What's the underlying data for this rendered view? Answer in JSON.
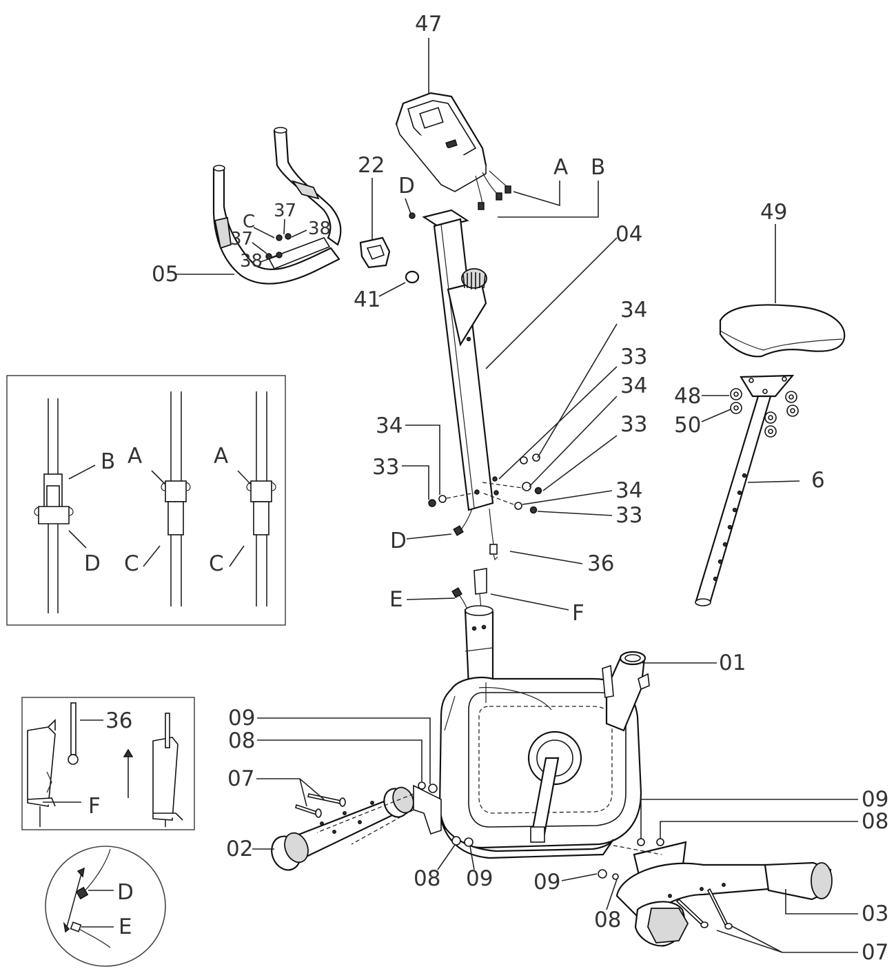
{
  "labels": {
    "l47": "47",
    "l22": "22",
    "lD_top": "D",
    "lA_top": "A",
    "lB_top": "B",
    "l49": "49",
    "l04": "04",
    "l37a": "37",
    "l38a": "38",
    "lC_top": "C",
    "l37b": "37",
    "l38b": "38",
    "l05": "05",
    "l41": "41",
    "l34a": "34",
    "l33a": "33",
    "l34b": "34",
    "l33b": "33",
    "l34c": "34",
    "l33c": "33",
    "l34d": "34",
    "l33d": "33",
    "l48": "48",
    "l50": "50",
    "l6": "6",
    "lD_mid": "D",
    "l36": "36",
    "lE_mid": "E",
    "lF_mid": "F",
    "l01": "01",
    "l09a": "09",
    "l08a": "08",
    "l07a": "07",
    "l02": "02",
    "l08b": "08",
    "l09b": "09",
    "l09c": "09",
    "l08c": "08",
    "l09d": "09",
    "l08d": "08",
    "l03": "03",
    "l07b": "07"
  },
  "inset_connectors": {
    "lB": "B",
    "lA1": "A",
    "lA2": "A",
    "lD": "D",
    "lC1": "C",
    "lC2": "C"
  },
  "inset_sensor": {
    "l36": "36",
    "lF": "F"
  },
  "inset_plug": {
    "lD": "D",
    "lE": "E"
  }
}
